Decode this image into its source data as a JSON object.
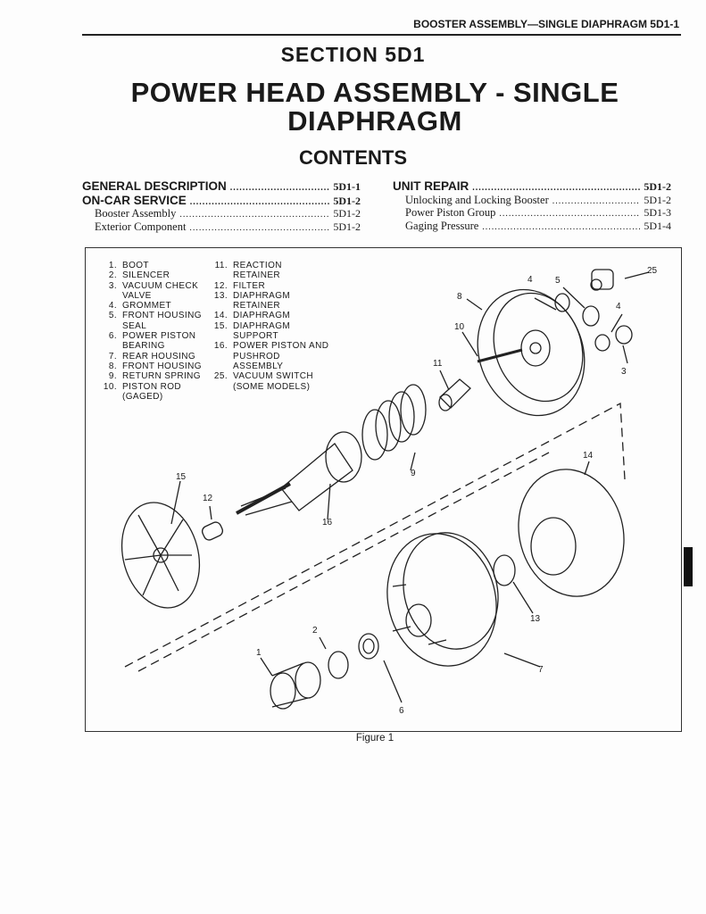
{
  "running_header": "BOOSTER ASSEMBLY—SINGLE DIAPHRAGM 5D1-1",
  "section": "SECTION 5D1",
  "title": "POWER HEAD ASSEMBLY - SINGLE DIAPHRAGM",
  "contents_heading": "CONTENTS",
  "toc_left": [
    {
      "label": "GENERAL DESCRIPTION",
      "page": "5D1-1",
      "level": "h"
    },
    {
      "label": "ON-CAR SERVICE",
      "page": "5D1-2",
      "level": "h"
    },
    {
      "label": "Booster Assembly",
      "page": "5D1-2",
      "level": "s"
    },
    {
      "label": "Exterior Component",
      "page": "5D1-2",
      "level": "s"
    }
  ],
  "toc_right": [
    {
      "label": "UNIT REPAIR",
      "page": "5D1-2",
      "level": "h"
    },
    {
      "label": "Unlocking and Locking Booster",
      "page": "5D1-2",
      "level": "s"
    },
    {
      "label": "Power Piston Group",
      "page": "5D1-3",
      "level": "s"
    },
    {
      "label": "Gaging Pressure",
      "page": "5D1-4",
      "level": "s"
    }
  ],
  "legend_left": [
    {
      "n": "1.",
      "t": "BOOT"
    },
    {
      "n": "2.",
      "t": "SILENCER"
    },
    {
      "n": "3.",
      "t": "VACUUM CHECK\nVALVE"
    },
    {
      "n": "4.",
      "t": "GROMMET"
    },
    {
      "n": "5.",
      "t": "FRONT HOUSING\nSEAL"
    },
    {
      "n": "6.",
      "t": "POWER PISTON\nBEARING"
    },
    {
      "n": "7.",
      "t": "REAR HOUSING"
    },
    {
      "n": "8.",
      "t": "FRONT HOUSING"
    },
    {
      "n": "9.",
      "t": "RETURN SPRING"
    },
    {
      "n": "10.",
      "t": "PISTON ROD\n(GAGED)"
    }
  ],
  "legend_right": [
    {
      "n": "11.",
      "t": "REACTION\nRETAINER"
    },
    {
      "n": "12.",
      "t": "FILTER"
    },
    {
      "n": "13.",
      "t": "DIAPHRAGM\nRETAINER"
    },
    {
      "n": "14.",
      "t": "DIAPHRAGM"
    },
    {
      "n": "15.",
      "t": "DIAPHRAGM\nSUPPORT"
    },
    {
      "n": "16.",
      "t": "POWER PISTON AND\nPUSHROD\nASSEMBLY"
    },
    {
      "n": "25.",
      "t": "VACUUM SWITCH\n(SOME MODELS)"
    }
  ],
  "callouts": [
    "25",
    "4",
    "5",
    "8",
    "4",
    "10",
    "11",
    "3",
    "14",
    "9",
    "15",
    "12",
    "16",
    "13",
    "2",
    "1",
    "7",
    "6"
  ],
  "caption": "Figure 1"
}
